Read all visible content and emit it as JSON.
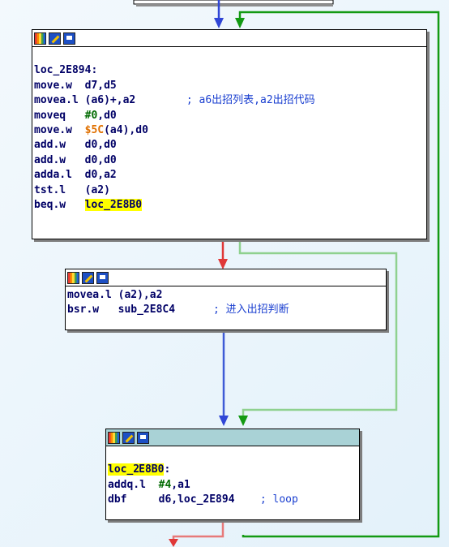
{
  "nodes": [
    {
      "id": "loc_2E894",
      "lines": [
        [],
        [
          {
            "t": "loc_2E894:"
          }
        ],
        [
          {
            "t": "move.w  d7,d5"
          }
        ],
        [
          {
            "t": "movea.l (a6)+,a2"
          },
          {
            "t": "        "
          },
          {
            "t": "; a6出招列表,a2出招代码",
            "c": "cmt"
          }
        ],
        [
          {
            "t": "moveq   "
          },
          {
            "t": "#0",
            "c": "num"
          },
          {
            "t": ",d0"
          }
        ],
        [
          {
            "t": "move.w  "
          },
          {
            "t": "$5C",
            "c": "ref"
          },
          {
            "t": "(a4),d0"
          }
        ],
        [
          {
            "t": "add.w   d0,d0"
          }
        ],
        [
          {
            "t": "add.w   d0,d0"
          }
        ],
        [
          {
            "t": "adda.l  d0,a2"
          }
        ],
        [
          {
            "t": "tst.l   (a2)"
          }
        ],
        [
          {
            "t": "beq.w   "
          },
          {
            "t": "loc_2E8B0",
            "c": "hl"
          }
        ]
      ]
    },
    {
      "id": "sub_call",
      "lines": [
        [
          {
            "t": "movea.l (a2),a2"
          }
        ],
        [
          {
            "t": "bsr.w   sub_2E8C4"
          },
          {
            "t": "      "
          },
          {
            "t": "; 进入出招判断",
            "c": "cmt"
          }
        ]
      ]
    },
    {
      "id": "loc_2E8B0",
      "lines": [
        [],
        [
          {
            "t": "loc_2",
            "c": "hl"
          },
          {
            "cursor": true
          },
          {
            "t": "E8B0",
            "c": "hl"
          },
          {
            "t": ":"
          }
        ],
        [
          {
            "t": "addq.l  "
          },
          {
            "t": "#4",
            "c": "num"
          },
          {
            "t": ",a1"
          }
        ],
        [
          {
            "t": "dbf     d6,loc_2E894"
          },
          {
            "t": "    "
          },
          {
            "t": "; loop",
            "c": "cmt"
          }
        ]
      ]
    }
  ]
}
